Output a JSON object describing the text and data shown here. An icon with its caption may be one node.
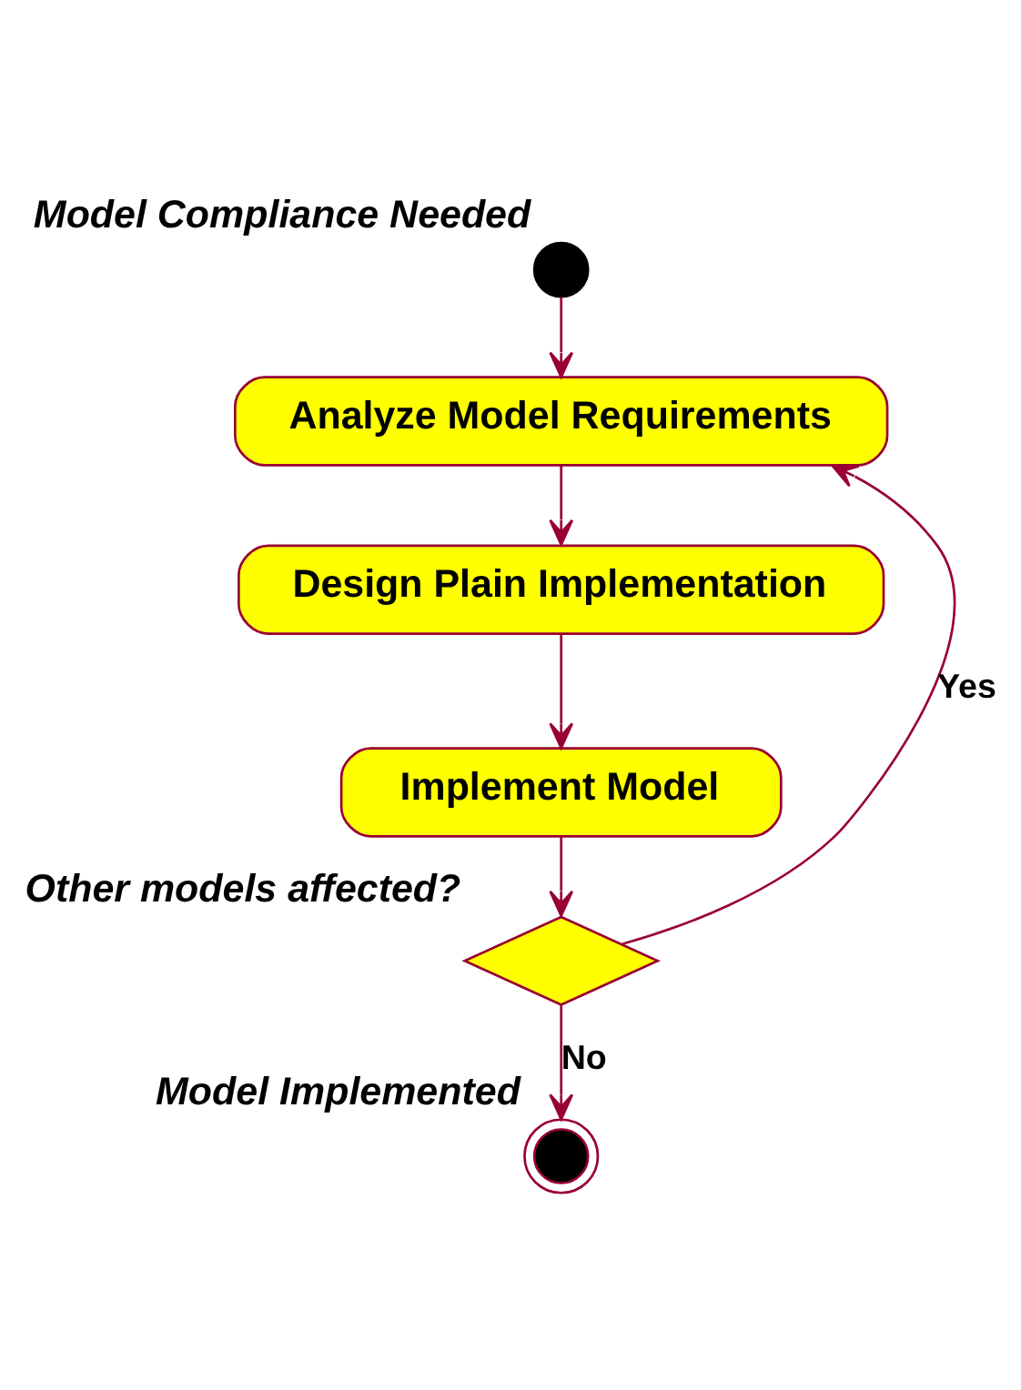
{
  "diagram": {
    "nodes": [
      {
        "text": [],
        "shape": "circle",
        "beside": [
          "Model Compliance Needed"
        ]
      },
      {
        "text": [
          "Analyze Model Requirements"
        ]
      },
      {
        "text": [
          "Design Plain Implementation"
        ]
      },
      {
        "text": [
          "Implement Model"
        ]
      },
      {
        "text": [],
        "shape": "diamond",
        "beside": [
          "Other models affected?"
        ]
      },
      {
        "text": [],
        "shape": "circle",
        "beside": [
          "Model Implemented"
        ]
      }
    ],
    "edges": [
      {
        "from": 0,
        "to": 1,
        "arrow": "to"
      },
      {
        "from": 1,
        "to": 2,
        "arrow": "to"
      },
      {
        "from": 2,
        "to": 3,
        "arrow": "to"
      },
      {
        "from": 3,
        "to": 4,
        "arrow": "to"
      },
      {
        "from": 4,
        "to": 1,
        "arrow": "to",
        "label": "Yes"
      },
      {
        "from": 4,
        "to": 5,
        "arrow": "to",
        "label": "No"
      }
    ]
  }
}
